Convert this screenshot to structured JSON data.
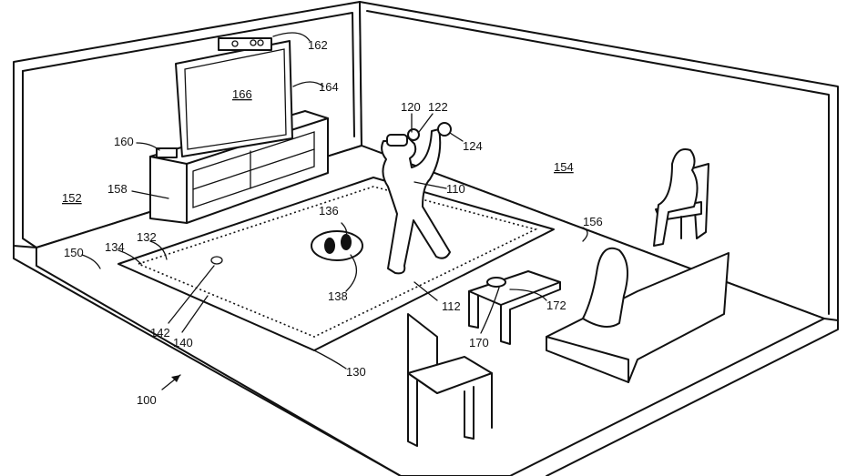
{
  "figure": {
    "labels": {
      "l100": "100",
      "l110": "110",
      "l112": "112",
      "l120": "120",
      "l122": "122",
      "l124": "124",
      "l130": "130",
      "l132": "132",
      "l134": "134",
      "l136": "136",
      "l138": "138",
      "l140": "140",
      "l142": "142",
      "l150": "150",
      "l152": "152",
      "l154": "154",
      "l156": "156",
      "l158": "158",
      "l160": "160",
      "l162": "162",
      "l164": "164",
      "l166": "166",
      "l170": "170",
      "l172": "172"
    }
  }
}
